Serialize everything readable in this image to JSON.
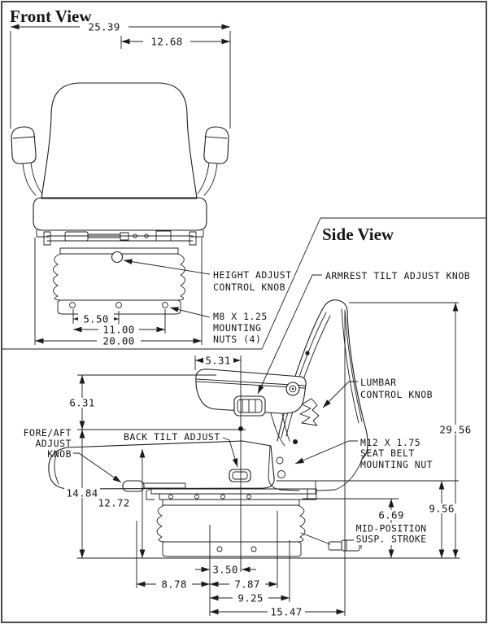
{
  "front": {
    "title": "Front View",
    "dims": {
      "overall_width": "25.39",
      "half_width": "12.68",
      "nut_half": "5.50",
      "nut_full": "11.00",
      "base_width": "20.00"
    },
    "callouts": {
      "height_adjust": [
        "HEIGHT ADJUST",
        "CONTROL KNOB"
      ],
      "m8": [
        "M8 X 1.25",
        "MOUNTING",
        "NUTS (4)"
      ]
    }
  },
  "side": {
    "title": "Side View",
    "dims": {
      "armrest_setback": "5.31",
      "armrest_to_pivot": "6.31",
      "pivot_height": "14.84",
      "cushion_height": "12.72",
      "overall_height": "29.56",
      "frame_height": "9.56",
      "susp_stroke": "6.69",
      "knob_offset": "3.50",
      "front_span": "8.78",
      "mid_span": "7.87",
      "rear_span": "9.25",
      "overall_span": "15.47"
    },
    "callouts": {
      "armrest_tilt": "ARMREST TILT ADJUST KNOB",
      "lumbar": [
        "LUMBAR",
        "CONTROL KNOB"
      ],
      "back_tilt": "BACK TILT ADJUST",
      "fore_aft": [
        "FORE/AFT",
        "ADJUST",
        "KNOB"
      ],
      "m12": [
        "M12 X 1.75",
        "SEAT BELT",
        "MOUNTING NUT"
      ],
      "susp": [
        "MID-POSITION",
        "SUSP. STROKE"
      ]
    }
  },
  "colors": {
    "line": "#1c1c1c",
    "background": "#ffffff"
  }
}
